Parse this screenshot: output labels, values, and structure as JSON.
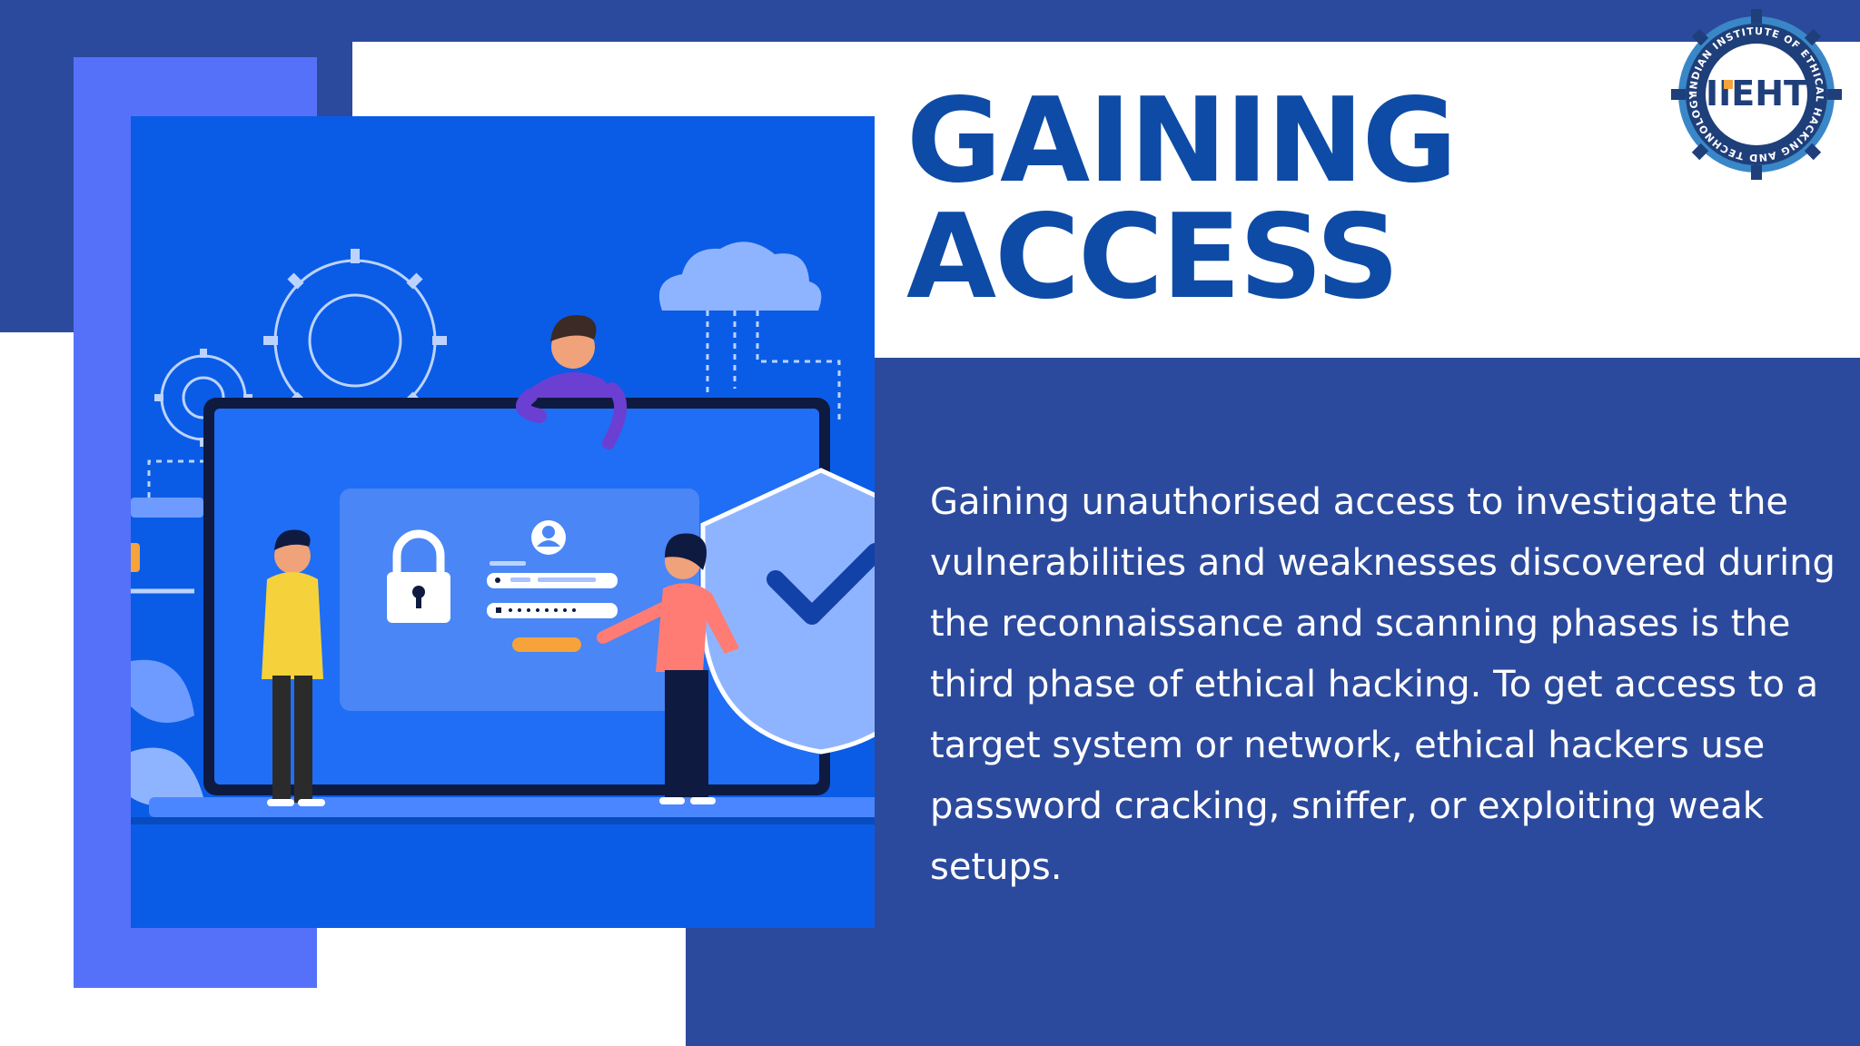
{
  "slide": {
    "title_line1": "GAINING",
    "title_line2": "ACCESS",
    "description": "Gaining unauthorised access to investigate the vulnerabilities and weaknesses discovered during the reconnaissance and scanning phases is the third phase of ethical hacking. To get access to a target system or network, ethical hackers use password cracking, sniffer, or exploiting weak setups."
  },
  "logo": {
    "name": "IIEHT logo",
    "ring_text": "INDIAN INSTITUTE OF ETHICAL HACKING AND TECHNOLOGY",
    "wordmark": "IIEHT",
    "icon": "gear-badge-icon"
  },
  "illustration": {
    "name": "login security illustration",
    "icons": [
      "gear-icon",
      "cloud-icon",
      "padlock-icon",
      "user-icon",
      "shield-check-icon",
      "laptop-icon"
    ]
  },
  "colors": {
    "dark_blue": "#2c4a9d",
    "heading_blue": "#0d4ba6",
    "illustration_blue": "#0a5ce6",
    "accent_periwinkle": "#5671f9",
    "orange": "#f5a33a",
    "white": "#ffffff"
  }
}
